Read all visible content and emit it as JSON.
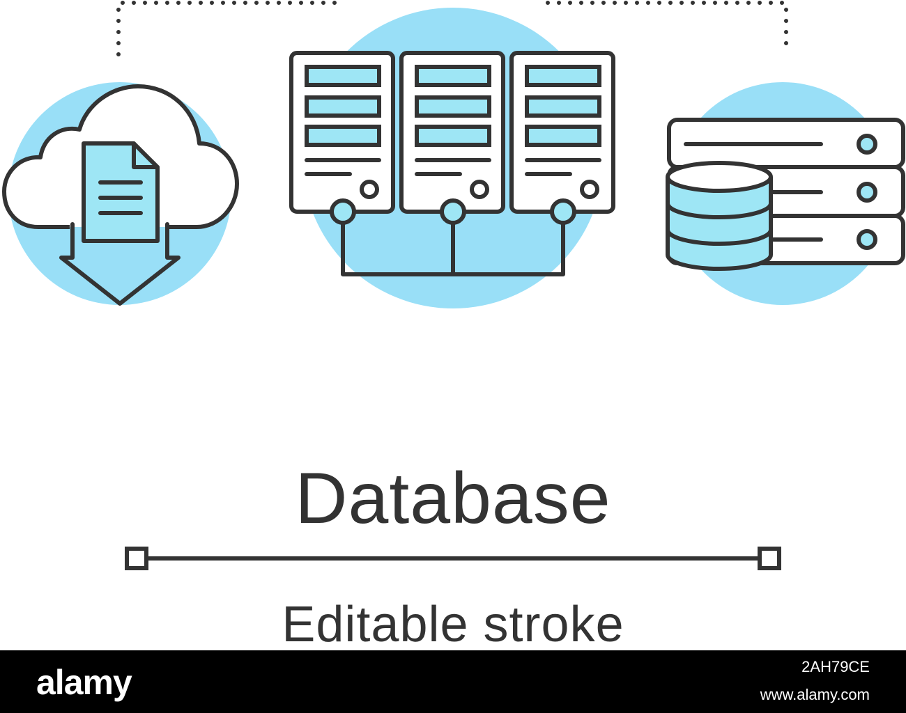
{
  "illustration": {
    "title": "Database",
    "caption": "Editable stroke",
    "icons": [
      "cloud-download-icon",
      "server-rack-icon",
      "database-storage-icon"
    ],
    "colors": {
      "stroke": "#333333",
      "accent_fill": "#9ee6f5",
      "background_circle": "#99dff7",
      "background": "#ffffff"
    }
  },
  "watermark": {
    "brand": "alamy",
    "image_id": "2AH79CE",
    "site": "www.alamy.com",
    "background": "#000000"
  }
}
